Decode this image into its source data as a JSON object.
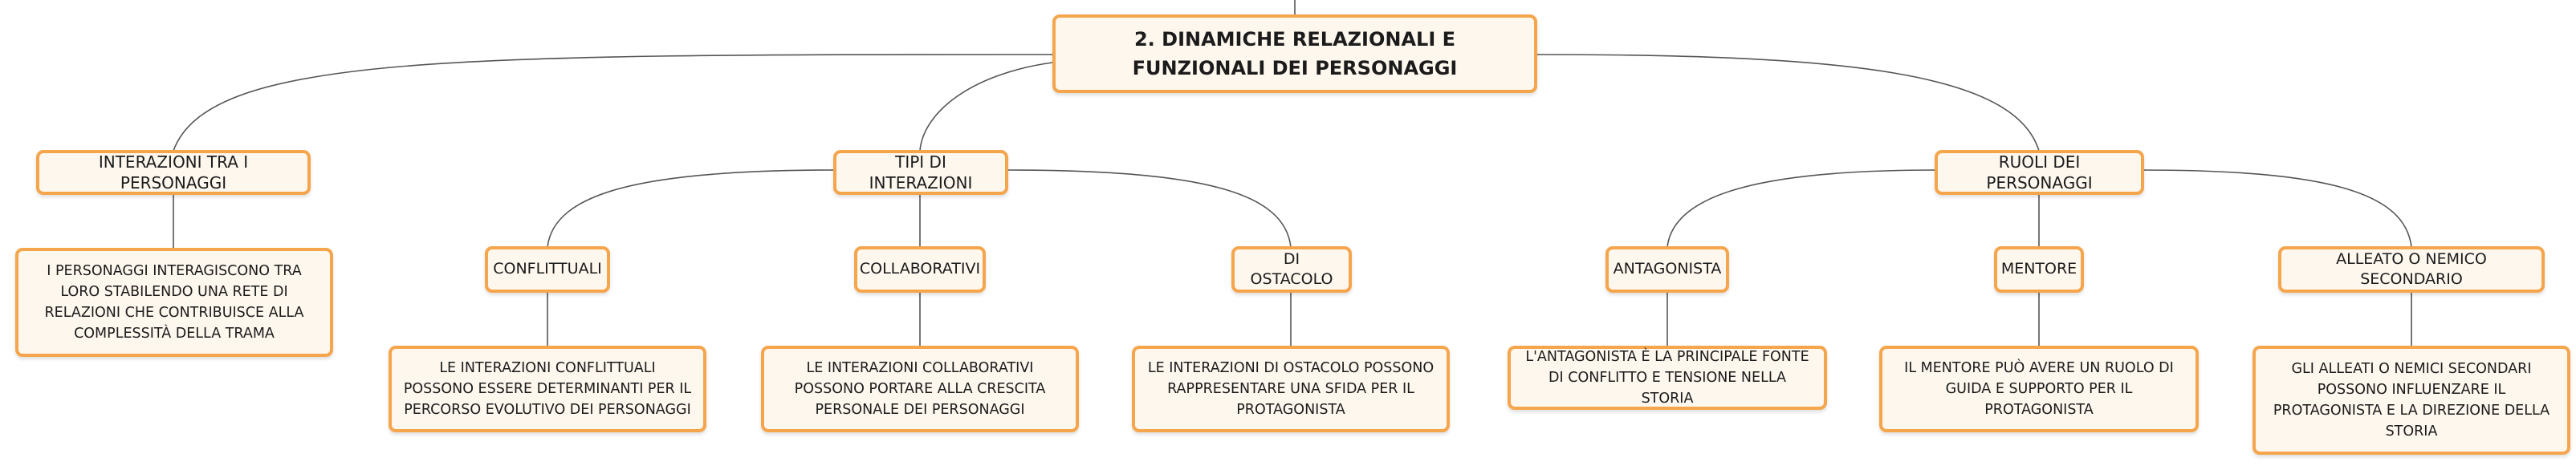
{
  "map": {
    "root": {
      "title": "2. DINAMICHE RELAZIONALI E FUNZIONALI DEI PERSONAGGI"
    },
    "interazioni": {
      "label": "INTERAZIONI TRA I PERSONAGGI",
      "description": "I PERSONAGGI INTERAGISCONO TRA LORO STABILENDO UNA RETE DI RELAZIONI CHE CONTRIBUISCE ALLA COMPLESSITÀ DELLA TRAMA"
    },
    "tipi": {
      "label": "TIPI DI INTERAZIONI",
      "conflittuali": {
        "label": "CONFLITTUALI",
        "description": "LE INTERAZIONI CONFLITTUALI POSSONO ESSERE DETERMINANTI PER IL PERCORSO EVOLUTIVO DEI PERSONAGGI"
      },
      "collaborativi": {
        "label": "COLLABORATIVI",
        "description": "LE INTERAZIONI COLLABORATIVI POSSONO PORTARE ALLA CRESCITA PERSONALE DEI PERSONAGGI"
      },
      "ostacolo": {
        "label": "DI OSTACOLO",
        "description": "LE INTERAZIONI DI OSTACOLO POSSONO RAPPRESENTARE UNA SFIDA PER IL PROTAGONISTA"
      }
    },
    "ruoli": {
      "label": "RUOLI DEI PERSONAGGI",
      "antagonista": {
        "label": "ANTAGONISTA",
        "description": "L'ANTAGONISTA È LA PRINCIPALE FONTE DI CONFLITTO E TENSIONE NELLA STORIA"
      },
      "mentore": {
        "label": "MENTORE",
        "description": "IL MENTORE PUÒ AVERE UN RUOLO DI GUIDA E SUPPORTO PER IL PROTAGONISTA"
      },
      "alleato": {
        "label": "ALLEATO O NEMICO SECONDARIO",
        "description": "GLI ALLEATI O NEMICI SECONDARI POSSONO INFLUENZARE IL PROTAGONISTA E LA DIREZIONE DELLA STORIA"
      }
    }
  }
}
